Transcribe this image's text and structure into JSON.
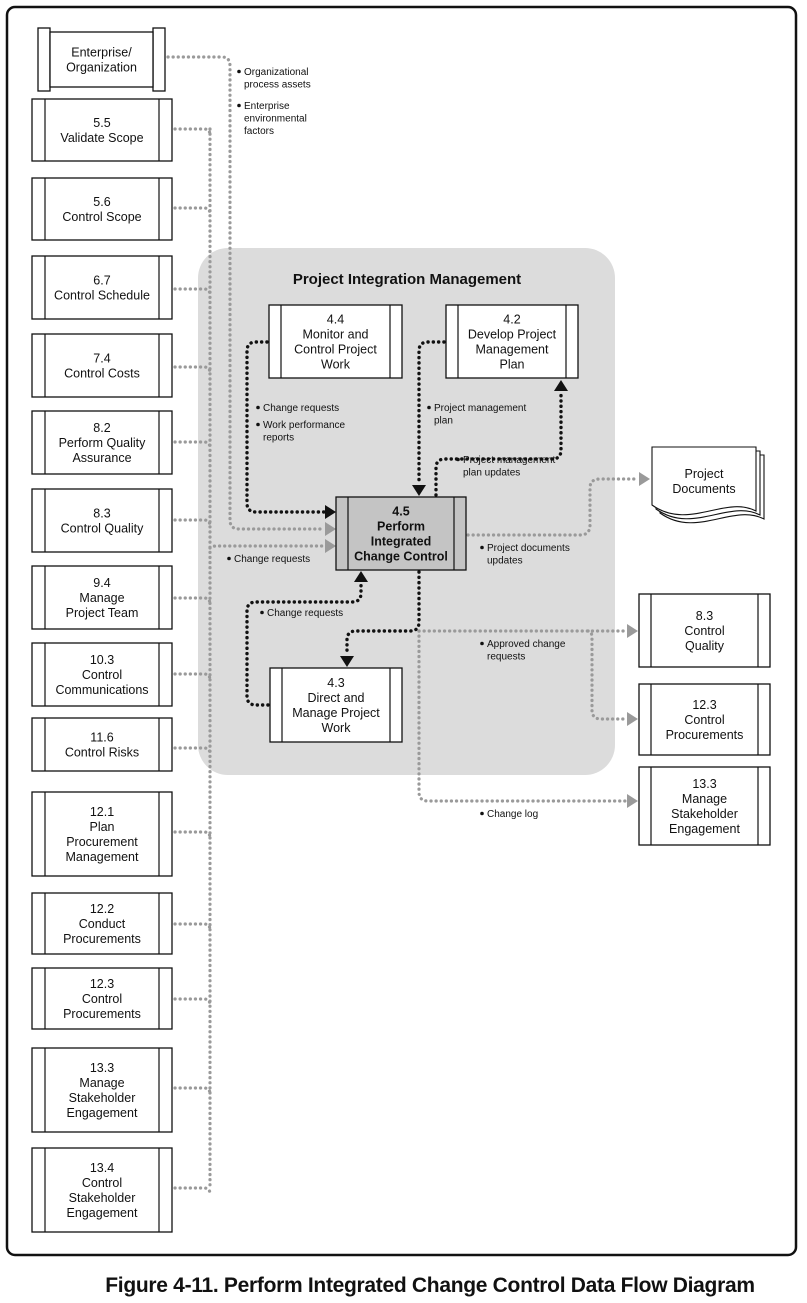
{
  "figure": {
    "caption": "Figure 4-11. Perform Integrated Change Control Data Flow Diagram",
    "region_title": "Project Integration Management"
  },
  "external_sources": [
    {
      "id": "enterprise",
      "number": "",
      "lines": [
        "Enterprise/",
        "Organization"
      ]
    },
    {
      "id": "5.5",
      "number": "5.5",
      "lines": [
        "Validate Scope"
      ]
    },
    {
      "id": "5.6",
      "number": "5.6",
      "lines": [
        "Control Scope"
      ]
    },
    {
      "id": "6.7",
      "number": "6.7",
      "lines": [
        "Control Schedule"
      ]
    },
    {
      "id": "7.4",
      "number": "7.4",
      "lines": [
        "Control Costs"
      ]
    },
    {
      "id": "8.2",
      "number": "8.2",
      "lines": [
        "Perform Quality",
        "Assurance"
      ]
    },
    {
      "id": "8.3",
      "number": "8.3",
      "lines": [
        "Control Quality"
      ]
    },
    {
      "id": "9.4",
      "number": "9.4",
      "lines": [
        "Manage",
        "Project Team"
      ]
    },
    {
      "id": "10.3",
      "number": "10.3",
      "lines": [
        "Control",
        "Communications"
      ]
    },
    {
      "id": "11.6",
      "number": "11.6",
      "lines": [
        "Control Risks"
      ]
    },
    {
      "id": "12.1",
      "number": "12.1",
      "lines": [
        "Plan",
        "Procurement",
        "Management"
      ]
    },
    {
      "id": "12.2",
      "number": "12.2",
      "lines": [
        "Conduct",
        "Procurements"
      ]
    },
    {
      "id": "12.3",
      "number": "12.3",
      "lines": [
        "Control",
        "Procurements"
      ]
    },
    {
      "id": "13.3",
      "number": "13.3",
      "lines": [
        "Manage",
        "Stakeholder",
        "Engagement"
      ]
    },
    {
      "id": "13.4",
      "number": "13.4",
      "lines": [
        "Control",
        "Stakeholder",
        "Engagement"
      ]
    }
  ],
  "internal_processes": [
    {
      "id": "4.4",
      "number": "4.4",
      "lines": [
        "Monitor and",
        "Control Project",
        "Work"
      ]
    },
    {
      "id": "4.2",
      "number": "4.2",
      "lines": [
        "Develop Project",
        "Management",
        "Plan"
      ]
    },
    {
      "id": "4.5",
      "number": "4.5",
      "lines": [
        "Perform",
        "Integrated",
        "Change Control"
      ],
      "highlight": true
    },
    {
      "id": "4.3",
      "number": "4.3",
      "lines": [
        "Direct and",
        "Manage Project",
        "Work"
      ]
    }
  ],
  "output_targets": [
    {
      "id": "project-documents",
      "number": "",
      "lines": [
        "Project",
        "Documents"
      ]
    },
    {
      "id": "out-8.3",
      "number": "8.3",
      "lines": [
        "Control",
        "Quality"
      ]
    },
    {
      "id": "out-12.3",
      "number": "12.3",
      "lines": [
        "Control",
        "Procurements"
      ]
    },
    {
      "id": "out-13.3",
      "number": "13.3",
      "lines": [
        "Manage",
        "Stakeholder",
        "Engagement"
      ]
    }
  ],
  "flow_labels": {
    "enterprise_inputs": [
      "Organizational",
      "process assets"
    ],
    "enterprise_inputs_2": [
      "Enterprise",
      "environmental",
      "factors"
    ],
    "from_4_4_a": [
      "Change requests"
    ],
    "from_4_4_b": [
      "Work performance",
      "reports"
    ],
    "from_4_2": [
      "Project management",
      "plan"
    ],
    "to_4_2": [
      "Project management",
      "plan updates"
    ],
    "from_external": [
      "Change requests"
    ],
    "to_project_docs": [
      "Project documents",
      "updates"
    ],
    "from_4_3": [
      "Change requests"
    ],
    "approved": [
      "Approved  change",
      "requests"
    ],
    "change_log": [
      "Change log"
    ]
  }
}
